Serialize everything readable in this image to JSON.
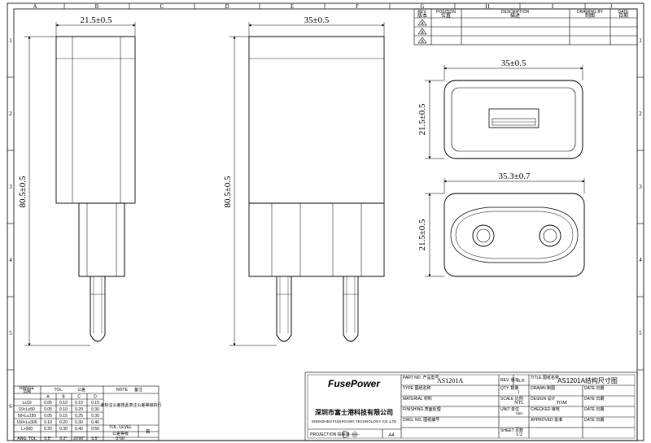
{
  "zones": {
    "columns": [
      "A",
      "B",
      "C",
      "D",
      "E",
      "F",
      "G",
      "H",
      "I",
      "J"
    ],
    "rows": [
      "1",
      "2",
      "3",
      "4",
      "5",
      "6"
    ]
  },
  "dimensions": {
    "front_width": "21.5±0.5",
    "front_height": "80.5±0.5",
    "side_width": "35±0.5",
    "side_height": "80.5±0.5",
    "top_width": "35±0.5",
    "top_height": "21.5±0.5",
    "bottom_width": "35.3±0.7",
    "bottom_height": "21.5±0.5"
  },
  "revision_table": {
    "headers": [
      {
        "en": "REV.",
        "cn": "版本"
      },
      {
        "en": "POSITION",
        "cn": "位置"
      },
      {
        "en": "DESCRIPTION",
        "cn": "描述"
      },
      {
        "en": "DRAWING BY",
        "cn": "制图"
      },
      {
        "en": "DATE",
        "cn": "日期"
      }
    ],
    "rows": [
      "A",
      "A",
      "A"
    ]
  },
  "tolerance_table": {
    "range_header": {
      "en": "RANGE",
      "cn": "范围"
    },
    "tol_header": {
      "en": "TOL.",
      "cn": "公差"
    },
    "note_header": {
      "en": "NOTE",
      "cn": "备注"
    },
    "grade_columns": [
      "A",
      "B",
      "C",
      "D"
    ],
    "rows": [
      {
        "range": "L≤10",
        "values": [
          "0.05",
          "0.10",
          "0.10",
          "0.15"
        ]
      },
      {
        "range": "10<L≤50",
        "values": [
          "0.05",
          "0.10",
          "0.20",
          "0.30"
        ]
      },
      {
        "range": "50<L≤150",
        "values": [
          "0.05",
          "0.15",
          "0.25",
          "0.30"
        ]
      },
      {
        "range": "150<L≤300",
        "values": [
          "0.10",
          "0.20",
          "0.30",
          "0.40"
        ]
      },
      {
        "range": "L>300",
        "values": [
          "0.20",
          "0.30",
          "0.40",
          "0.50"
        ]
      }
    ],
    "ang_label": "ANG. TOL",
    "ang_values": [
      "0.5°",
      "0.2°",
      "20′00″",
      "0.5°",
      "0°00′"
    ],
    "note_text": "未标注公差按此表注公差等级执行",
    "tol_level": {
      "en": "TOL. LEVEL",
      "cn": "公差等级"
    },
    "tol_level_value": "B"
  },
  "title_block": {
    "logo": "FusePower",
    "company_cn": "深圳市富士港科技有限公司",
    "company_en": "SHENZHEN FUSHIGANG TECHNOLOGY CO.,LTD",
    "projection_label": "PROJECTION 投影法",
    "projection_value": "A4",
    "part_no_label": "PART NO. 产品型号",
    "part_no": "AS1201A",
    "type_label": "TYPE 图纸名称",
    "material_label": "MATERIAL 材料",
    "finish_label": "FINISHING 表面处理",
    "dwg_no_label": "DWG. NO. 图纸编号",
    "revision_label": "REV. 版本",
    "revision_value": "A/0",
    "qty_label": "QTY. 数量",
    "qty_value": "1",
    "scale_label": "SCALE 比例",
    "scale_value": "NTL",
    "unit_label": "UNIT 单位",
    "unit_value": "mm",
    "sheet_label": "SHEET 页数",
    "sheet_value": "1/2",
    "drawing_name_label": "TITLE 图纸名称",
    "drawing_name": "AS1201A结构尺寸图",
    "drawn_label": "DRAWN 制图",
    "design_label": "DESIGN 设计",
    "design_value": "TOM",
    "checked_label": "CHECKED 审核",
    "approved_label": "APPROVED 批准",
    "date_label": "DATE 日期"
  }
}
